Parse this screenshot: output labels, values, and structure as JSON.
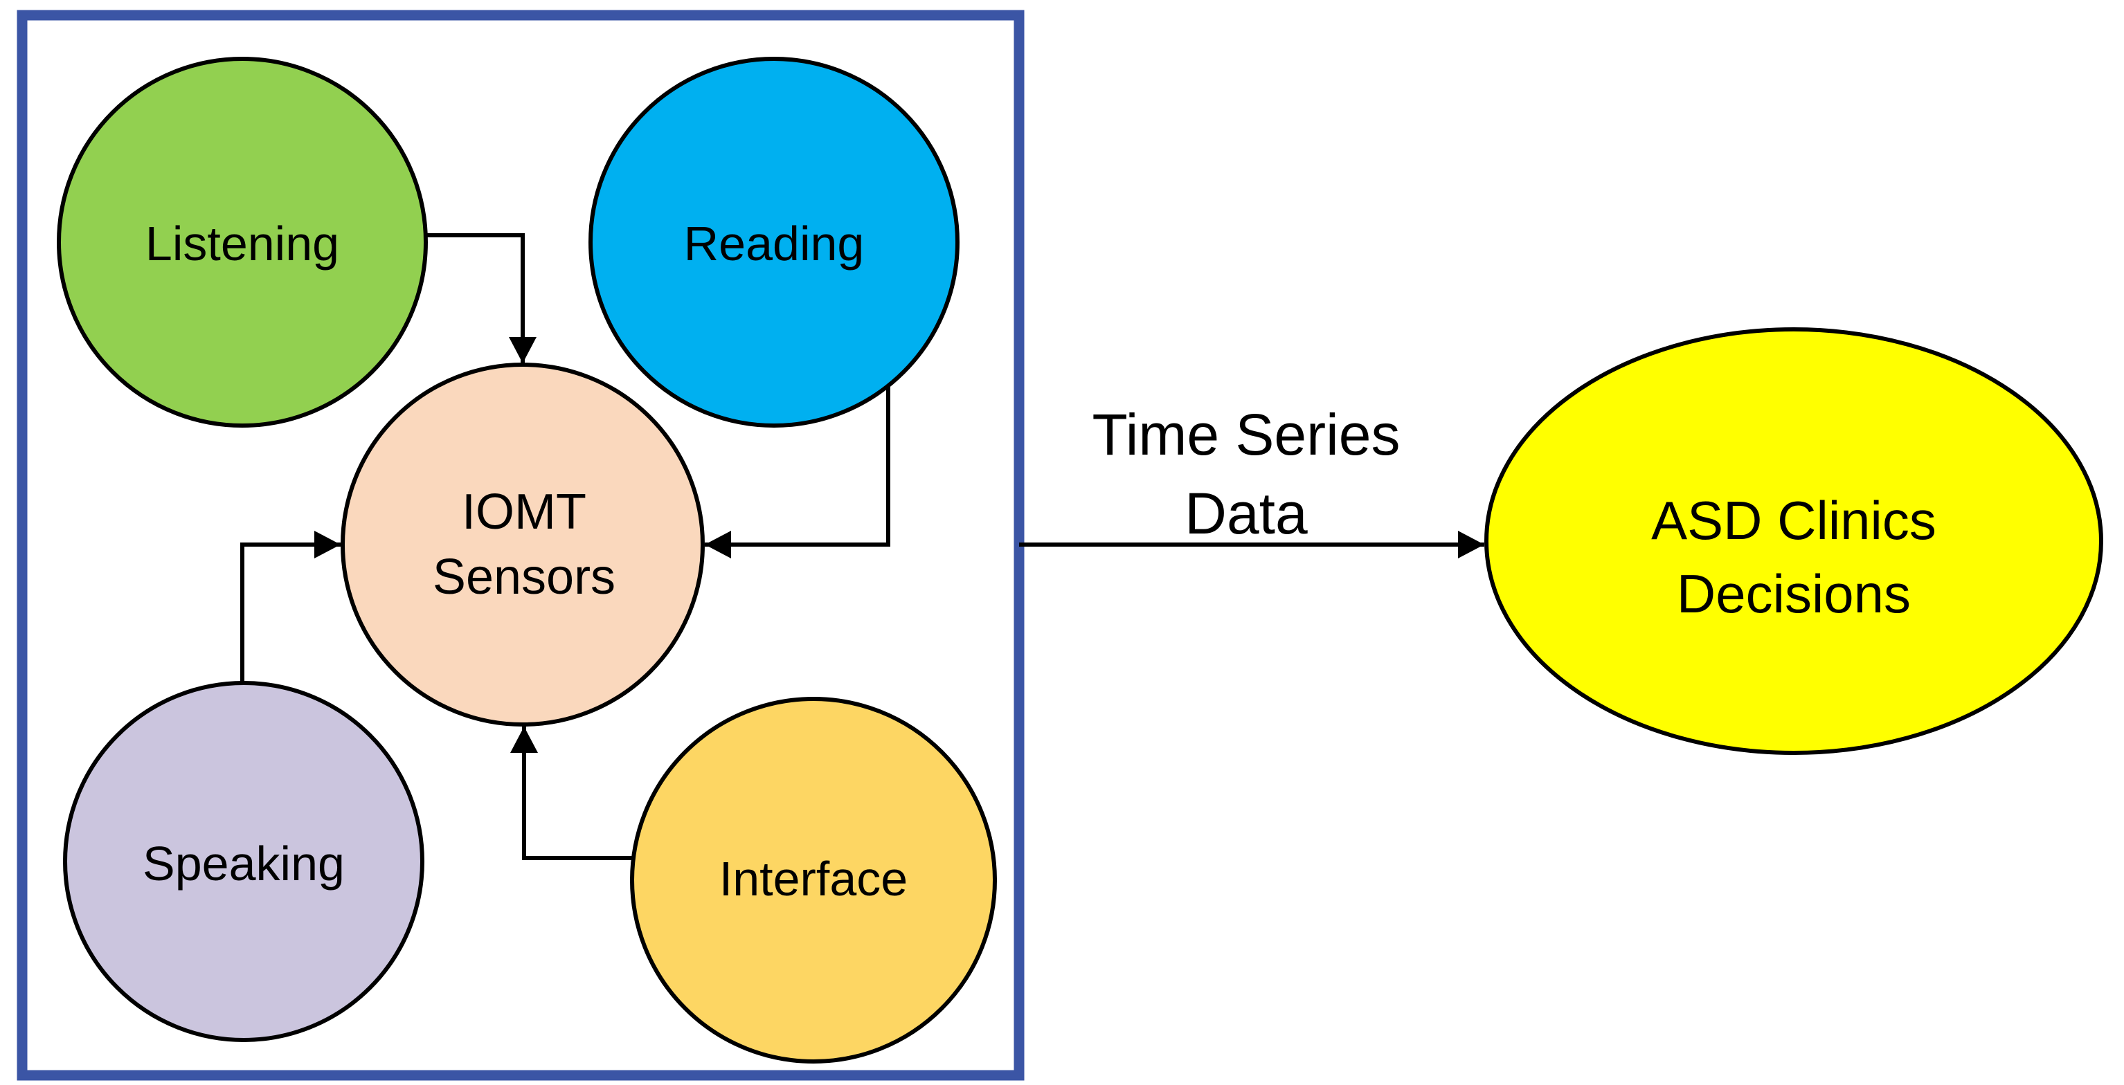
{
  "diagram": {
    "box": {
      "border_color": "#3B55A5"
    },
    "nodes": {
      "listening": {
        "label": "Listening",
        "fill": "#92D050"
      },
      "reading": {
        "label": "Reading",
        "fill": "#00B0F0"
      },
      "iomt": {
        "line1": "IOMT",
        "line2": "Sensors",
        "fill": "#FAD8BD"
      },
      "speaking": {
        "label": "Speaking",
        "fill": "#CBC5DE"
      },
      "interface": {
        "label": "Interface",
        "fill": "#FDD663"
      }
    },
    "flow": {
      "label_line1": "Time Series",
      "label_line2": "Data"
    },
    "decision": {
      "line1": "ASD Clinics",
      "line2": "Decisions",
      "fill": "#FFFF00"
    },
    "edge_color": "#000000"
  }
}
